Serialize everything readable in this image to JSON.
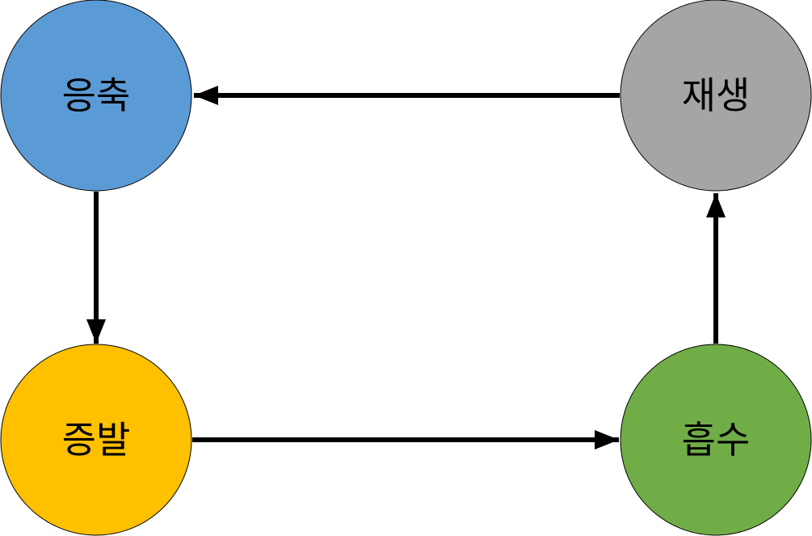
{
  "diagram": {
    "nodes": {
      "condensation": {
        "label": "응축",
        "color": "#5B9BD5"
      },
      "regeneration": {
        "label": "재생",
        "color": "#A5A5A5"
      },
      "evaporation": {
        "label": "증발",
        "color": "#FFC000"
      },
      "absorption": {
        "label": "흡수",
        "color": "#70AD47"
      }
    },
    "edges": [
      {
        "from": "regeneration",
        "to": "condensation"
      },
      {
        "from": "condensation",
        "to": "evaporation"
      },
      {
        "from": "evaporation",
        "to": "absorption"
      },
      {
        "from": "absorption",
        "to": "regeneration"
      }
    ]
  }
}
